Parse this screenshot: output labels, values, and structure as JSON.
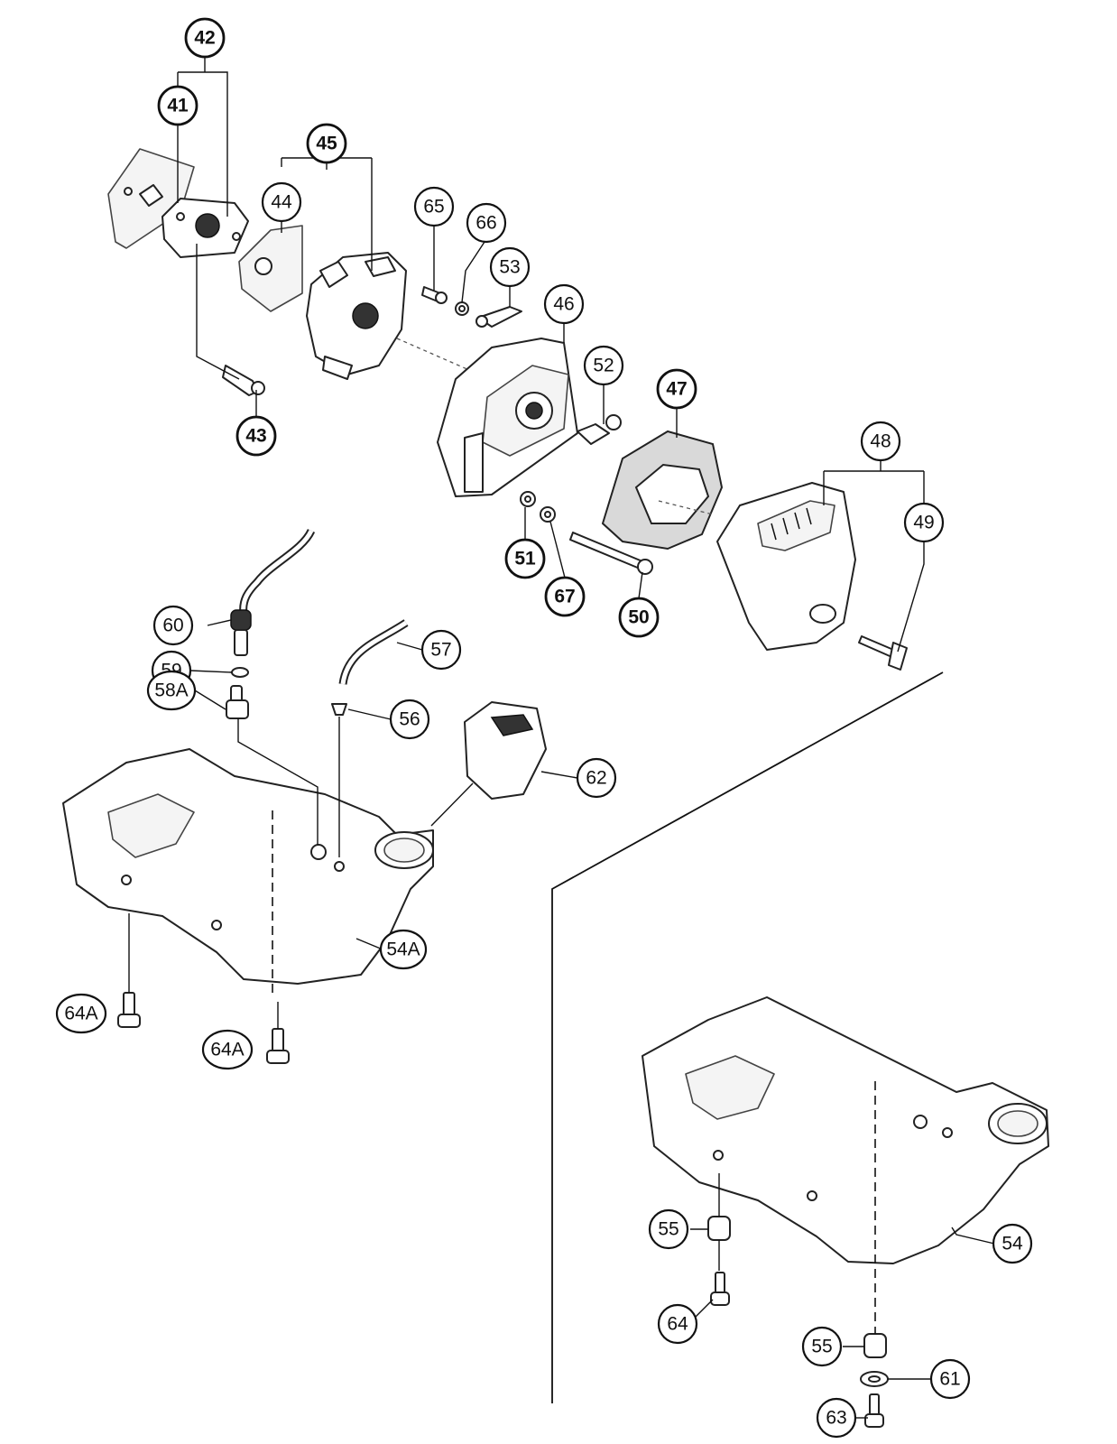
{
  "callouts": {
    "c41": "41",
    "c42": "42",
    "c43": "43",
    "c44": "44",
    "c45": "45",
    "c46": "46",
    "c47": "47",
    "c48": "48",
    "c49": "49",
    "c50": "50",
    "c51": "51",
    "c52": "52",
    "c53": "53",
    "c54": "54",
    "c54a": "54A",
    "c55a": "55",
    "c55b": "55",
    "c56": "56",
    "c57": "57",
    "c58a": "58A",
    "c59": "59",
    "c60": "60",
    "c61": "61",
    "c62": "62",
    "c63": "63",
    "c64": "64",
    "c64a1": "64A",
    "c64a2": "64A",
    "c65": "65",
    "c66": "66",
    "c67": "67"
  },
  "colors": {
    "line": "#111111",
    "foam": "#d9d9d9",
    "background": "#ffffff"
  }
}
